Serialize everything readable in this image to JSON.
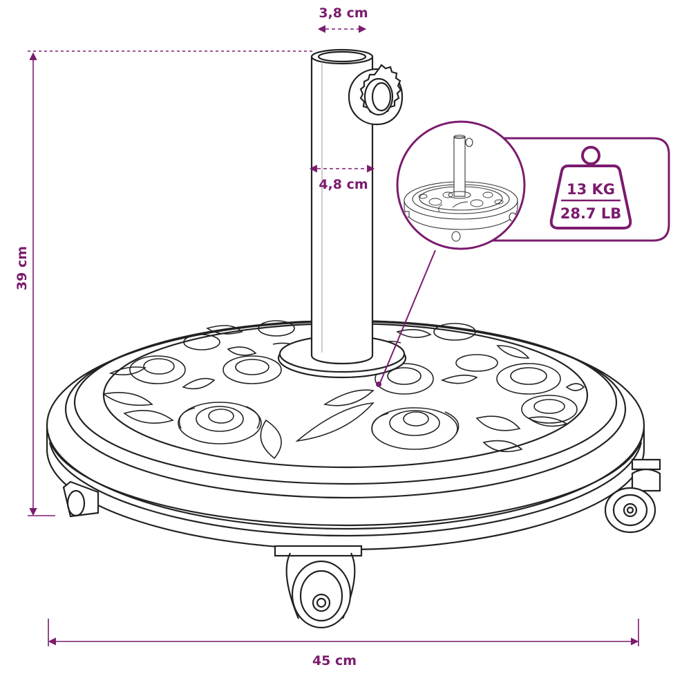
{
  "colors": {
    "accent": "#7b1b6e",
    "line": "#222222",
    "background": "#ffffff"
  },
  "dimensions": {
    "top_diameter": "3,8 cm",
    "pole_diameter": "4,8 cm",
    "height": "39 cm",
    "width": "45 cm"
  },
  "weight": {
    "kg": "13 KG",
    "lb": "28.7 LB"
  },
  "icons": {
    "weight": "weight-icon",
    "thumbnail": "umbrella-base-thumbnail"
  }
}
